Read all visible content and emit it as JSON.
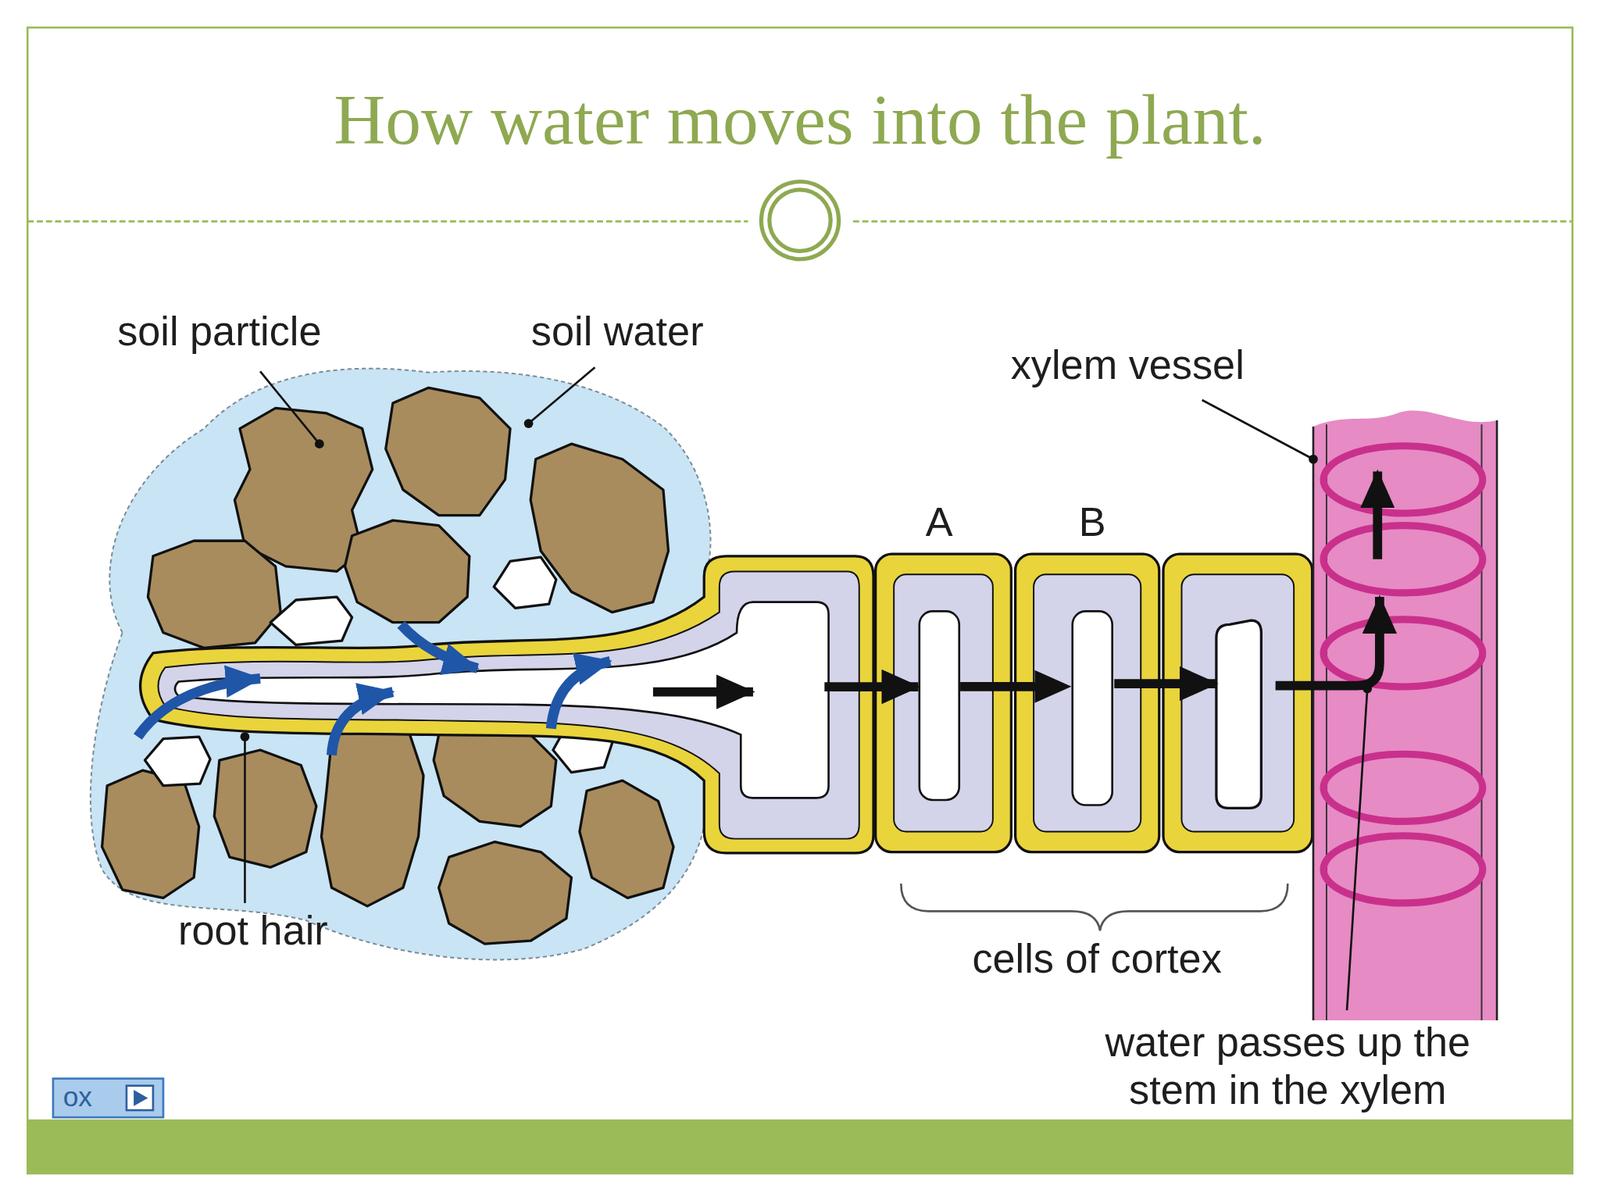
{
  "diagram": {
    "title": "How water moves into the plant.",
    "nodes": [
      {
        "text": [
          "A"
        ]
      },
      {
        "text": [
          "B"
        ]
      }
    ],
    "edges": [
      {
        "from": 0,
        "to": 1,
        "arrow": "to"
      }
    ],
    "labels": [
      "soil particle",
      "soil water",
      "xylem vessel",
      "root hair",
      "cells of cortex",
      "water passes up the stem in the xylem",
      "ox"
    ]
  }
}
